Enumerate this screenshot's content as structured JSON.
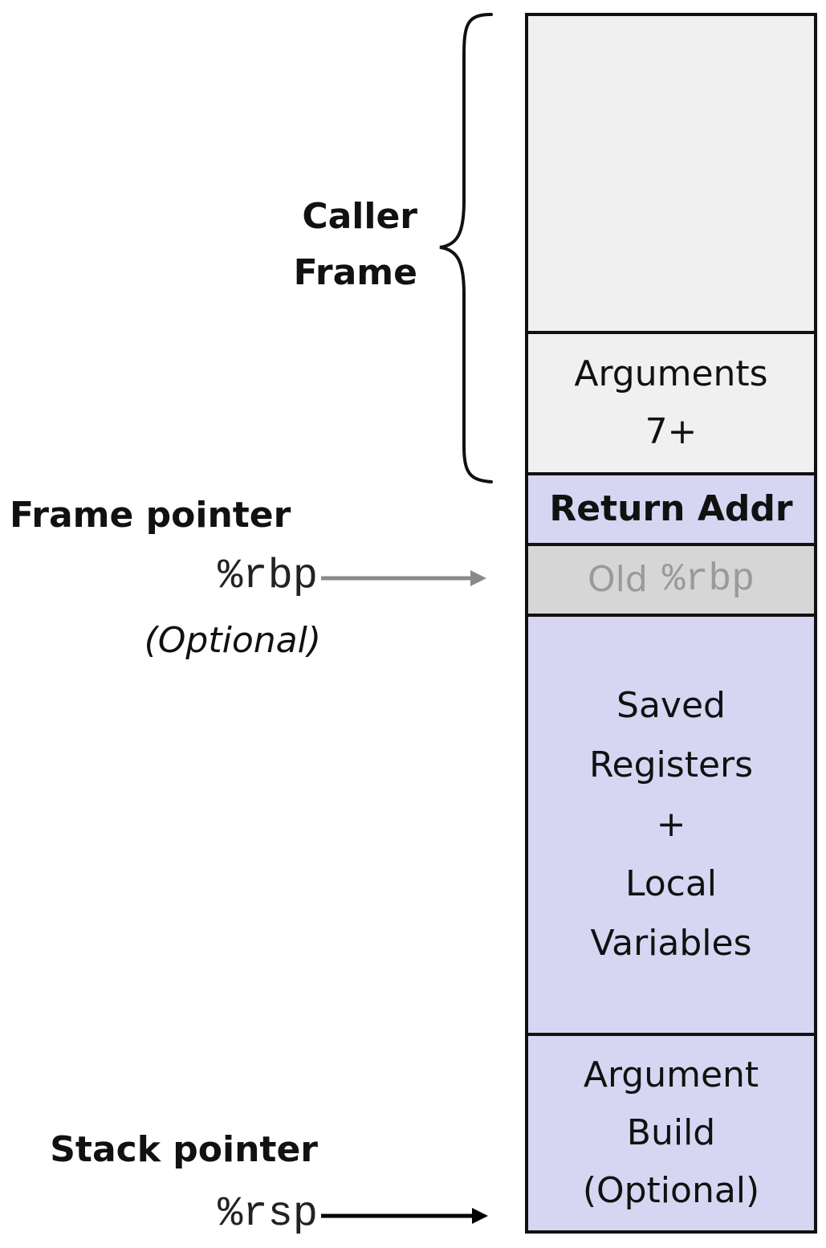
{
  "colors": {
    "caller_fill": "#f0f0f0",
    "callee_fill": "#d6d6f2",
    "old_rbp_fill": "#d6d6d6",
    "old_rbp_text": "#9a9a9a",
    "frame_pointer_arrow": "#8a8a8a",
    "stack_pointer_arrow": "#000000",
    "border": "#111111"
  },
  "caller_frame": {
    "label_line1": "Caller",
    "label_line2": "Frame"
  },
  "stack": {
    "caller_top": "",
    "arguments_line1": "Arguments",
    "arguments_line2": "7+",
    "return_addr": "Return Addr",
    "old_rbp_text": "Old",
    "old_rbp_reg": "%rbp",
    "saved_line1": "Saved",
    "saved_line2": "Registers",
    "saved_line3": "+",
    "saved_line4": "Local",
    "saved_line5": "Variables",
    "argbuild_line1": "Argument",
    "argbuild_line2": "Build",
    "argbuild_line3": "(Optional)"
  },
  "frame_pointer": {
    "title": "Frame pointer",
    "register": "%rbp",
    "note": "(Optional)"
  },
  "stack_pointer": {
    "title": "Stack pointer",
    "register": "%rsp"
  }
}
